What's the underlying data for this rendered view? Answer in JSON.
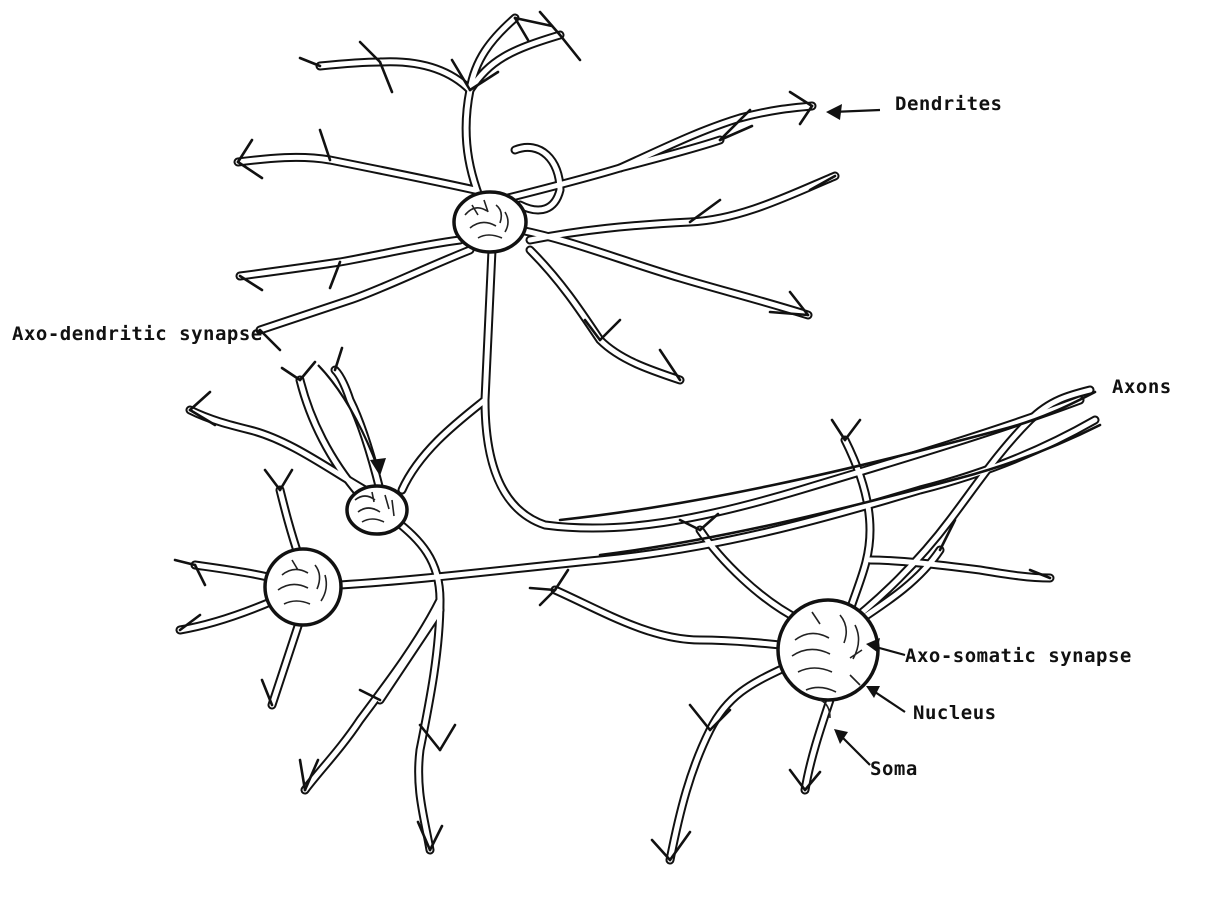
{
  "labels": {
    "dendrites": "Dendrites",
    "axo_dendritic": "Axo-dendritic synapse",
    "axons": "Axons",
    "axo_somatic": "Axo-somatic synapse",
    "nucleus": "Nucleus",
    "soma": "Soma"
  },
  "colors": {
    "ink": "#111111",
    "background": "#ffffff"
  }
}
